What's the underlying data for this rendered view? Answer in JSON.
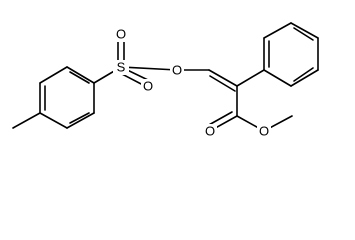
{
  "molecule": {
    "atoms": {
      "ester_o_carbonyl": "O",
      "ester_o_methoxy": "O",
      "vinyl_o": "O",
      "sulfur": "S",
      "sulfonyl_o_top": "O",
      "sulfonyl_o_bottom": "O"
    },
    "colors": {
      "ink": "#000000",
      "background": "#ffffff"
    }
  }
}
